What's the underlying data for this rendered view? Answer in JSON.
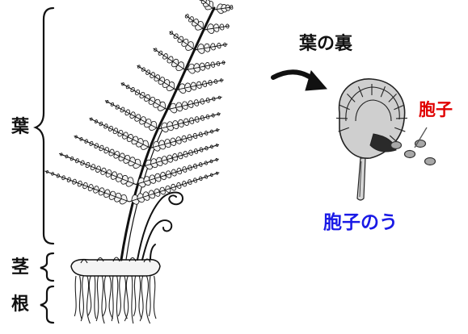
{
  "labels": {
    "leaf": "葉",
    "stem": "茎",
    "root": "根",
    "leaf_underside": "葉の裏",
    "spore": "胞子",
    "sporangium": "胞子のう"
  },
  "colors": {
    "ink": "#111111",
    "spore_label": "#e00000",
    "sporangium_label": "#1a1ae6",
    "sporangium_fill": "#c9c9c9",
    "spore_fill": "#a8a8a8"
  }
}
